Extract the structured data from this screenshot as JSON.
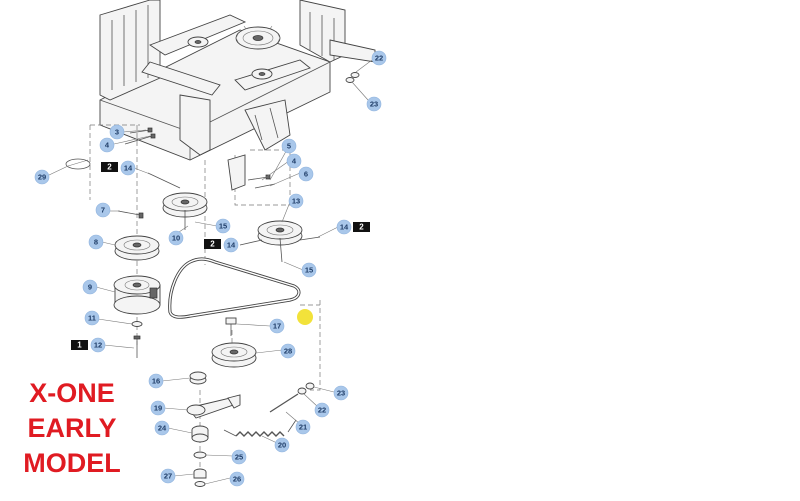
{
  "model_label": {
    "line1": "X-ONE",
    "line2": "EARLY",
    "line3": "MODEL"
  },
  "callouts": [
    "22",
    "23",
    "3",
    "4",
    "5",
    "4",
    "6",
    "29",
    "14",
    "7",
    "13",
    "10",
    "15",
    "8",
    "14",
    "14",
    "15",
    "9",
    "11",
    "17",
    "12",
    "28",
    "16",
    "23",
    "22",
    "19",
    "21",
    "24",
    "20",
    "25",
    "27",
    "26"
  ],
  "badges": [
    "2",
    "2",
    "2",
    "1"
  ],
  "colors": {
    "callout_fill": "#a9c7ea",
    "callout_text": "#1d3b66",
    "badge_fill": "#111111",
    "label_red": "#e01b22",
    "highlight_yellow": "#f2e23a"
  }
}
